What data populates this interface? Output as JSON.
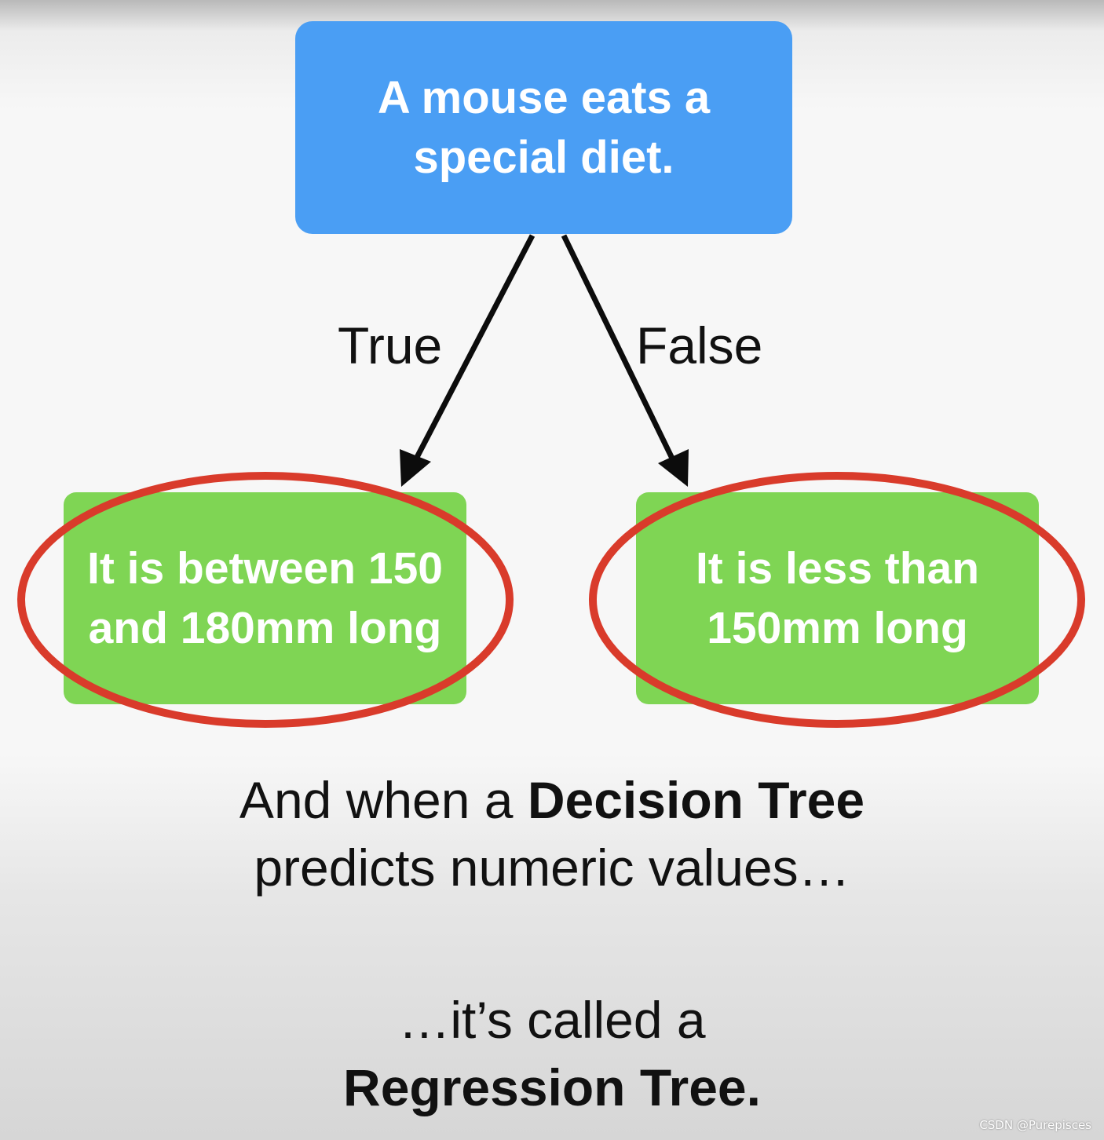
{
  "root": {
    "text": "A mouse eats a special diet.",
    "color": "#4a9ef4"
  },
  "branches": {
    "true_label": "True",
    "false_label": "False"
  },
  "leaves": [
    {
      "text": "It is between 150 and 180mm long",
      "highlighted": true
    },
    {
      "text": "It is less than 150mm long",
      "highlighted": true
    }
  ],
  "leaf_color": "#7fd554",
  "highlight_color": "#d93b2b",
  "caption_1": {
    "line1_plain": "And when a ",
    "line1_bold": "Decision Tree",
    "line2": "predicts numeric values…"
  },
  "caption_2": {
    "line1": "…it’s called a",
    "line2_bold": "Regression Tree."
  },
  "watermark": "CSDN @Purepisces"
}
